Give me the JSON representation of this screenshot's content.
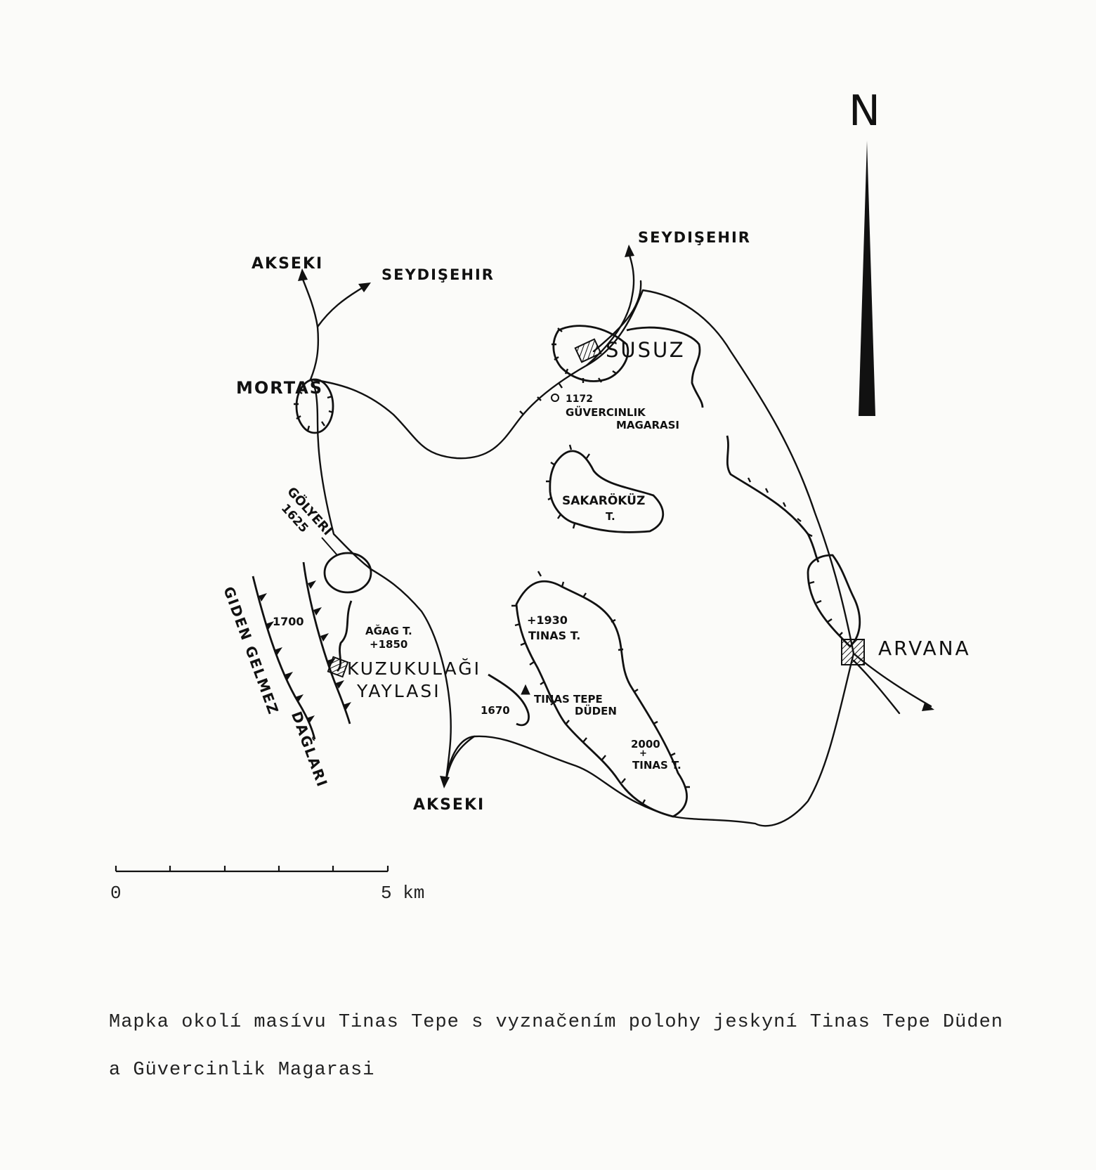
{
  "north": {
    "label": "N"
  },
  "scale": {
    "start": "0",
    "end": "5 km"
  },
  "places": {
    "akseki_north": "AKSEKI",
    "seydisehir_west": "SEYDIŞEHIR",
    "seydisehir_east": "SEYDIŞEHIR",
    "mortas": "MORTAS",
    "susuz": "SUSUZ",
    "arvana": "ARVANA",
    "kuzukulagi_1": "KUZUKULAĞI",
    "kuzukulagi_2": "YAYLASI",
    "akseki_south": "AKSEKI"
  },
  "features": {
    "guvercinlik_elev": "1172",
    "guvercinlik_1": "GÜVERCINLIK",
    "guvercinlik_2": "MAGARASI",
    "sakarokuz_1": "SAKARÖKÜZ",
    "sakarokuz_2": "T.",
    "golyeri_1": "GÖLYERI",
    "golyeri_2": "1625",
    "agac_1": "AĞAG T.",
    "agac_2": "+1850",
    "ridge_1700": "1700",
    "tinas1930_1": "+1930",
    "tinas1930_2": "TINAS T.",
    "duden_elev": "1670",
    "duden_1": "TINAS TEPE",
    "duden_2": "DÜDEN",
    "tinas2000_1": "2000",
    "tinas2000_2": "+",
    "tinas2000_3": "TINAS T.",
    "gideh_1": "GIDEN GELMEZ",
    "gideh_2": "DAĞLARI"
  },
  "caption": {
    "line1": "Mapka okolí masívu Tinas Tepe s vyznačením polohy jeskyní Tinas Tepe Düden",
    "line2": "a Güvercinlik Magarasi"
  }
}
